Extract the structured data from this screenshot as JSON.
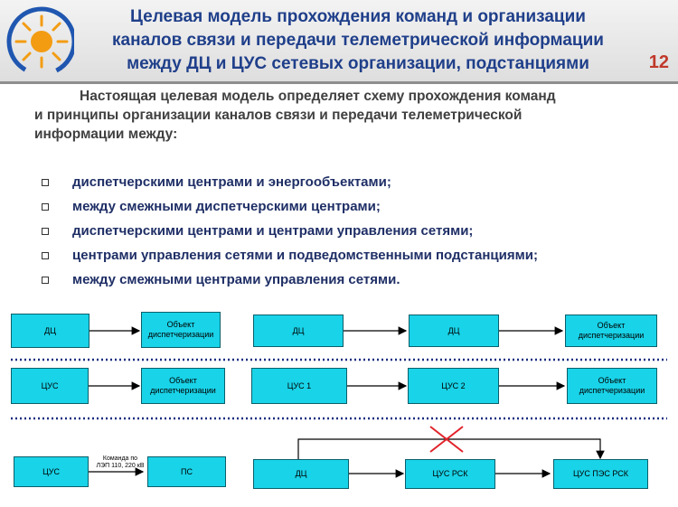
{
  "title": {
    "line1": "Целевая модель прохождения команд и организации",
    "line2": "каналов связи и передачи телеметрической информации",
    "line3": "между ДЦ и ЦУС сетевых организации, подстанциями"
  },
  "page_number": "12",
  "intro": {
    "line1": "Настоящая целевая модель определяет схему прохождения команд",
    "line2": "и принципы организации каналов связи и передачи телеметрической",
    "line3": "информации между:"
  },
  "bullets": [
    "диспетчерскими центрами и энергообъектами;",
    "между смежными диспетчерскими центрами;",
    "диспетчерскими центрами и центрами управления сетями;",
    "центрами управления сетями и подведомственными подстанциями;",
    "между смежными центрами управления сетями."
  ],
  "nodes": {
    "r1_dc": "ДЦ",
    "r1_obj": "Объект\nдиспетчеризации",
    "r1_dc_a": "ДЦ",
    "r1_dc_b": "ДЦ",
    "r1_obj2": "Объект\nдиспетчеризации",
    "r2_cus": "ЦУС",
    "r2_obj": "Объект\nдиспетчеризации",
    "r2_cus1": "ЦУС 1",
    "r2_cus2": "ЦУС 2",
    "r2_obj2": "Объект\nдиспетчеризации",
    "r3_cus": "ЦУС",
    "r3_ps": "ПС",
    "r3_dc": "ДЦ",
    "r3_cus_rsk": "ЦУС РСК",
    "r3_cus_pes_rsk": "ЦУС ПЭС РСК"
  },
  "command_label": {
    "line1": "Команда по",
    "line2": "ЛЭП 110, 220 кВ"
  },
  "colors": {
    "title": "#1f3f8a",
    "node_fill": "#19d3e8",
    "cross": "#e0242b",
    "divider": "#1a2f80"
  }
}
